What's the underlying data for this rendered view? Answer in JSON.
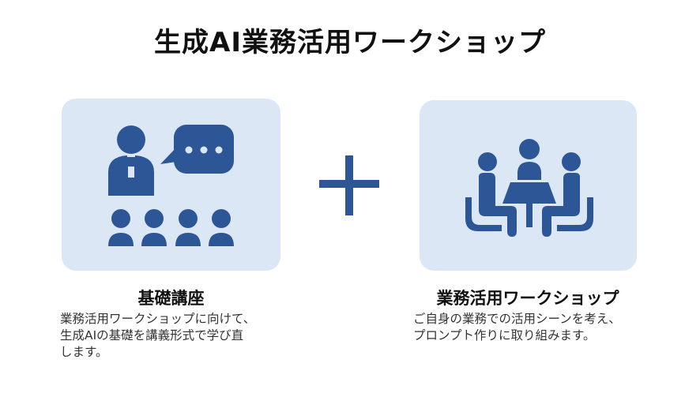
{
  "title": "生成AI業務活用ワークショップ",
  "colors": {
    "accent": "#2d5696",
    "card_background": "#dce7f5",
    "text": "#111111",
    "muted_text": "#333333"
  },
  "plus_symbol": "+",
  "sections": [
    {
      "icon": "lecture-presenter-icon",
      "heading": "基礎講座",
      "description": "業務活用ワークショップに向けて、\n生成AIの基礎を講義形式で学び直\nします。"
    },
    {
      "icon": "meeting-table-icon",
      "heading": "業務活用ワークショップ",
      "description": "ご自身の業務での活用シーンを考え、\nプロンプト作りに取り組みます。"
    }
  ]
}
